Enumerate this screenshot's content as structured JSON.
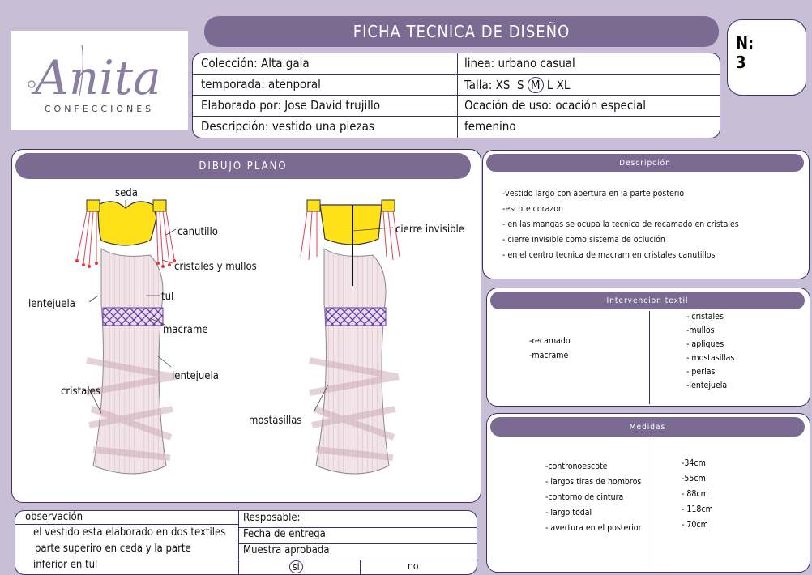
{
  "header": {
    "title": "FICHA TECNICA DE DISEÑO",
    "logo_script": "Anita",
    "logo_sub": "CONFECCIONES",
    "number_label": "N:",
    "number_value": "3"
  },
  "info": {
    "collection": "Colección: Alta gala",
    "season": "temporada: atenporal",
    "author": "Elaborado por: Jose David trujillo",
    "description": "Descripción: vestido una piezas",
    "line": "linea: urbano casual",
    "size_label": "Talla:",
    "size_xs": "XS",
    "size_s": "S",
    "size_m": "M",
    "size_l": "L",
    "size_xl": "XL",
    "occasion": "Ocación de uso: ocación especial",
    "gender": "femenino"
  },
  "drawing": {
    "title": "DIBUJO PLANO",
    "labels": [
      "seda",
      "canutillo",
      "cristales y mullos",
      "lentejuela",
      "tul",
      "macrame",
      "lentejuela",
      "cristales",
      "cierre invisible",
      "mostasillas"
    ]
  },
  "observation": {
    "label": "observación",
    "lines": [
      "el vestido esta elaborado en dos textiles",
      "parte superiro en ceda y la parte",
      "inferior en tul"
    ]
  },
  "approval": {
    "responsible": "Resposable:",
    "delivery_date": "Fecha de entrega",
    "sample_approved": "Muestra aprobada",
    "yes": "si",
    "no": "no"
  },
  "description": {
    "title": "Descripción",
    "items": [
      "-vestido largo con abertura en la parte posterio",
      "-escote corazon",
      "- en las mangas se ocupa la tecnica de recamado en cristales",
      "- cierre invisible como sistema de oclución",
      "- en el centro tecnica de macram en cristales canutillos"
    ]
  },
  "textile": {
    "title": "Intervencion textil",
    "techniques": [
      "-recamado",
      "-macrame"
    ],
    "materials": [
      "- cristales",
      "-mullos",
      "- apliques",
      "- mostasillas",
      "- perlas",
      "-lentejuela"
    ]
  },
  "measures": {
    "title": "Medidas",
    "names": [
      "-contronoescote",
      "- largos tiras de hombros",
      "-contorno de cintura",
      "- largo todal",
      "- avertura en el posterior"
    ],
    "values": [
      "-34cm",
      "-55cm",
      "- 88cm",
      "- 118cm",
      "- 70cm"
    ]
  }
}
